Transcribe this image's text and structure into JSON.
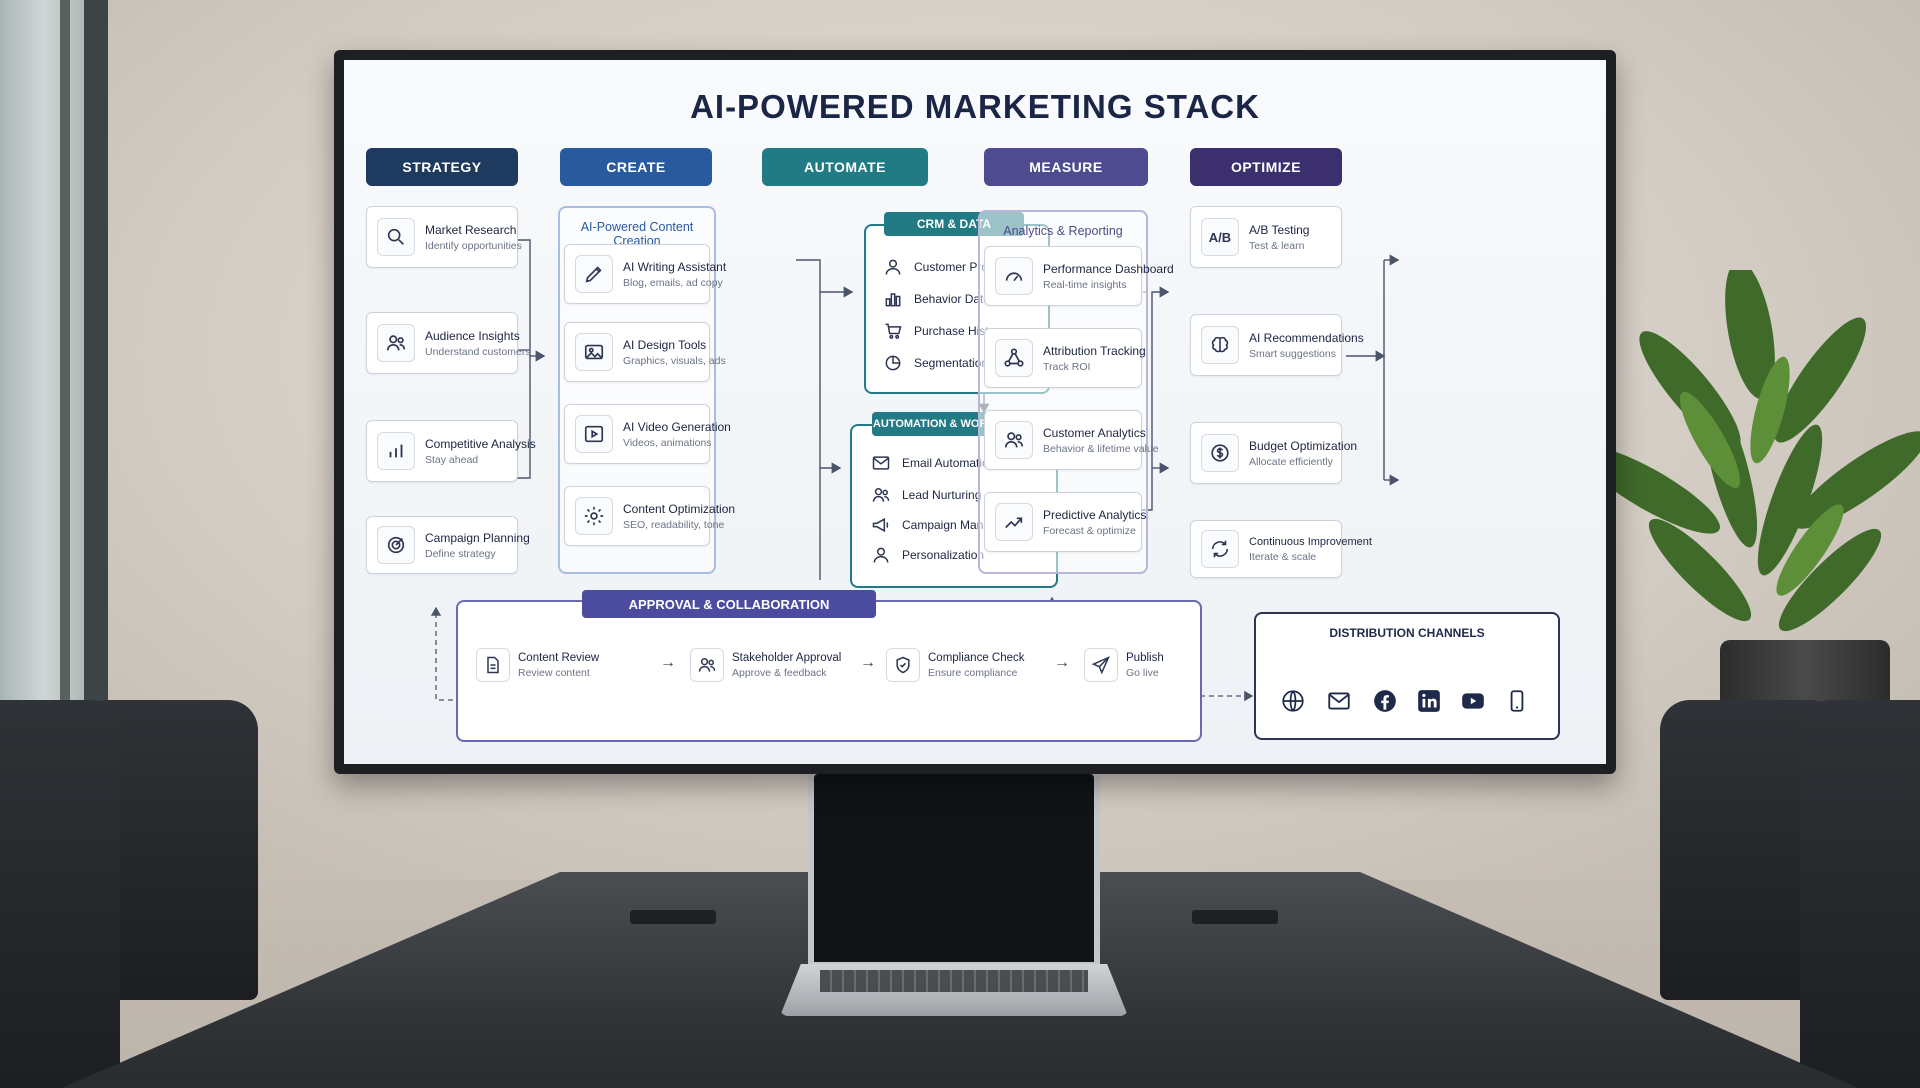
{
  "title": "AI-POWERED MARKETING STACK",
  "colors": {
    "strategy": "#1e3a5f",
    "create": "#2a5a9e",
    "automate": "#227a85",
    "measure": "#4e4b8f",
    "optimize": "#3b2f6e",
    "approval": "#4b4ba0"
  },
  "phases": [
    "STRATEGY",
    "CREATE",
    "AUTOMATE",
    "MEASURE",
    "OPTIMIZE"
  ],
  "strategy": [
    {
      "title": "Market Research",
      "sub": "Identify opportunities",
      "icon": "search-icon"
    },
    {
      "title": "Audience Insights",
      "sub": "Understand customers",
      "icon": "users-icon"
    },
    {
      "title": "Competitive Analysis",
      "sub": "Stay ahead",
      "icon": "bar-chart-icon"
    },
    {
      "title": "Campaign Planning",
      "sub": "Define strategy",
      "icon": "target-icon"
    }
  ],
  "create": {
    "label": "AI-Powered Content Creation",
    "items": [
      {
        "title": "AI Writing Assistant",
        "sub": "Blog, emails, ad copy",
        "icon": "pen-icon"
      },
      {
        "title": "AI Design Tools",
        "sub": "Graphics, visuals, ads",
        "icon": "image-icon"
      },
      {
        "title": "AI Video Generation",
        "sub": "Videos, animations",
        "icon": "play-icon"
      },
      {
        "title": "Content Optimization",
        "sub": "SEO, readability, tone",
        "icon": "gear-icon"
      }
    ]
  },
  "crm": {
    "label": "CRM & DATA",
    "items": [
      "Customer Profiles",
      "Behavior Data",
      "Purchase History",
      "Segmentation"
    ]
  },
  "workflows": {
    "label": "AUTOMATION & WORKFLOWS",
    "items": [
      "Email Automation",
      "Lead Nurturing",
      "Campaign Management",
      "Personalization"
    ]
  },
  "measure": {
    "label": "Analytics & Reporting",
    "items": [
      {
        "title": "Performance Dashboard",
        "sub": "Real-time insights",
        "icon": "gauge-icon"
      },
      {
        "title": "Attribution Tracking",
        "sub": "Track ROI",
        "icon": "network-icon"
      },
      {
        "title": "Customer Analytics",
        "sub": "Behavior & lifetime value",
        "icon": "users-icon"
      },
      {
        "title": "Predictive Analytics",
        "sub": "Forecast & optimize",
        "icon": "trend-icon"
      }
    ]
  },
  "optimize": [
    {
      "title": "A/B Testing",
      "sub": "Test & learn",
      "icon": "ab-icon"
    },
    {
      "title": "AI Recommendations",
      "sub": "Smart suggestions",
      "icon": "brain-icon"
    },
    {
      "title": "Budget Optimization",
      "sub": "Allocate efficiently",
      "icon": "dollar-icon"
    },
    {
      "title": "Continuous Improvement",
      "sub": "Iterate & scale",
      "icon": "refresh-icon"
    }
  ],
  "approval": {
    "label": "APPROVAL & COLLABORATION",
    "items": [
      {
        "title": "Content Review",
        "sub": "Review content",
        "icon": "document-icon"
      },
      {
        "title": "Stakeholder Approval",
        "sub": "Approve & feedback",
        "icon": "users-icon"
      },
      {
        "title": "Compliance Check",
        "sub": "Ensure compliance",
        "icon": "shield-icon"
      },
      {
        "title": "Publish",
        "sub": "Go live",
        "icon": "send-icon"
      }
    ]
  },
  "distribution": {
    "label": "DISTRIBUTION CHANNELS",
    "channels": [
      "globe-icon",
      "mail-icon",
      "facebook-icon",
      "linkedin-icon",
      "youtube-icon",
      "mobile-icon"
    ]
  }
}
